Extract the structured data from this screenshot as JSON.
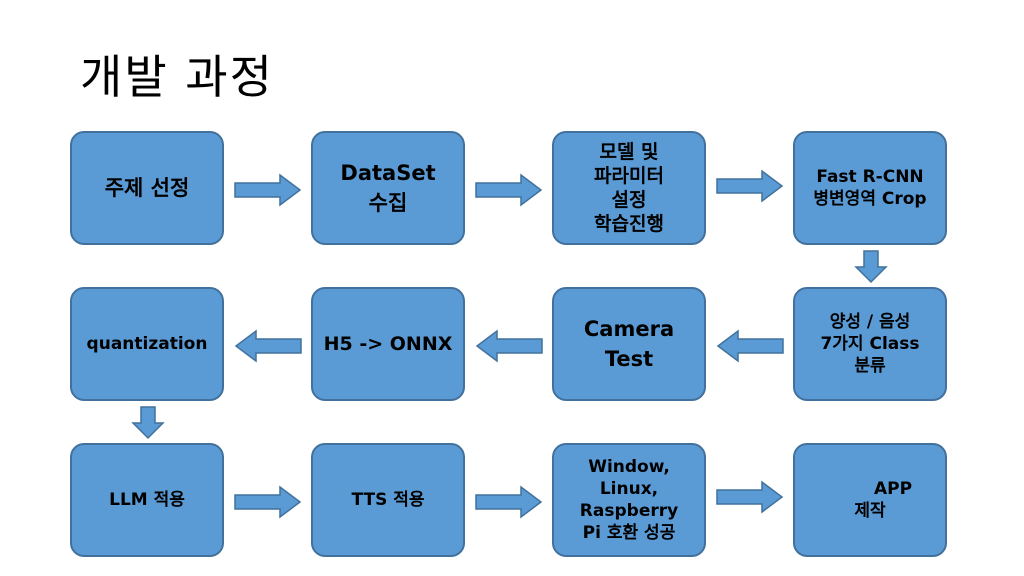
{
  "slide": {
    "title": "개발 과정"
  },
  "steps": {
    "row1": [
      {
        "lines": [
          "주제 선정"
        ]
      },
      {
        "lines": [
          "DataSet",
          "수집"
        ]
      },
      {
        "lines": [
          "모델 및",
          "파라미터",
          "설정",
          "학습진행"
        ]
      },
      {
        "lines": [
          "Fast R-CNN",
          "병변영역 Crop"
        ]
      }
    ],
    "row2": [
      {
        "lines": [
          "quantization"
        ]
      },
      {
        "lines": [
          "H5 -> ONNX"
        ]
      },
      {
        "lines": [
          "Camera",
          "Test"
        ]
      },
      {
        "lines": [
          "양성 / 음성",
          "7가지 Class",
          "분류"
        ]
      }
    ],
    "row3": [
      {
        "lines": [
          "LLM 적용"
        ]
      },
      {
        "lines": [
          "TTS 적용"
        ]
      },
      {
        "lines": [
          "Window,",
          "Linux,",
          "Raspberry",
          "Pi 호환 성공"
        ]
      },
      {
        "lines": [
          "APP",
          "제작"
        ]
      }
    ]
  },
  "colors": {
    "box_fill": "#5B9BD5",
    "box_border": "#41719C",
    "text": "#000000"
  }
}
